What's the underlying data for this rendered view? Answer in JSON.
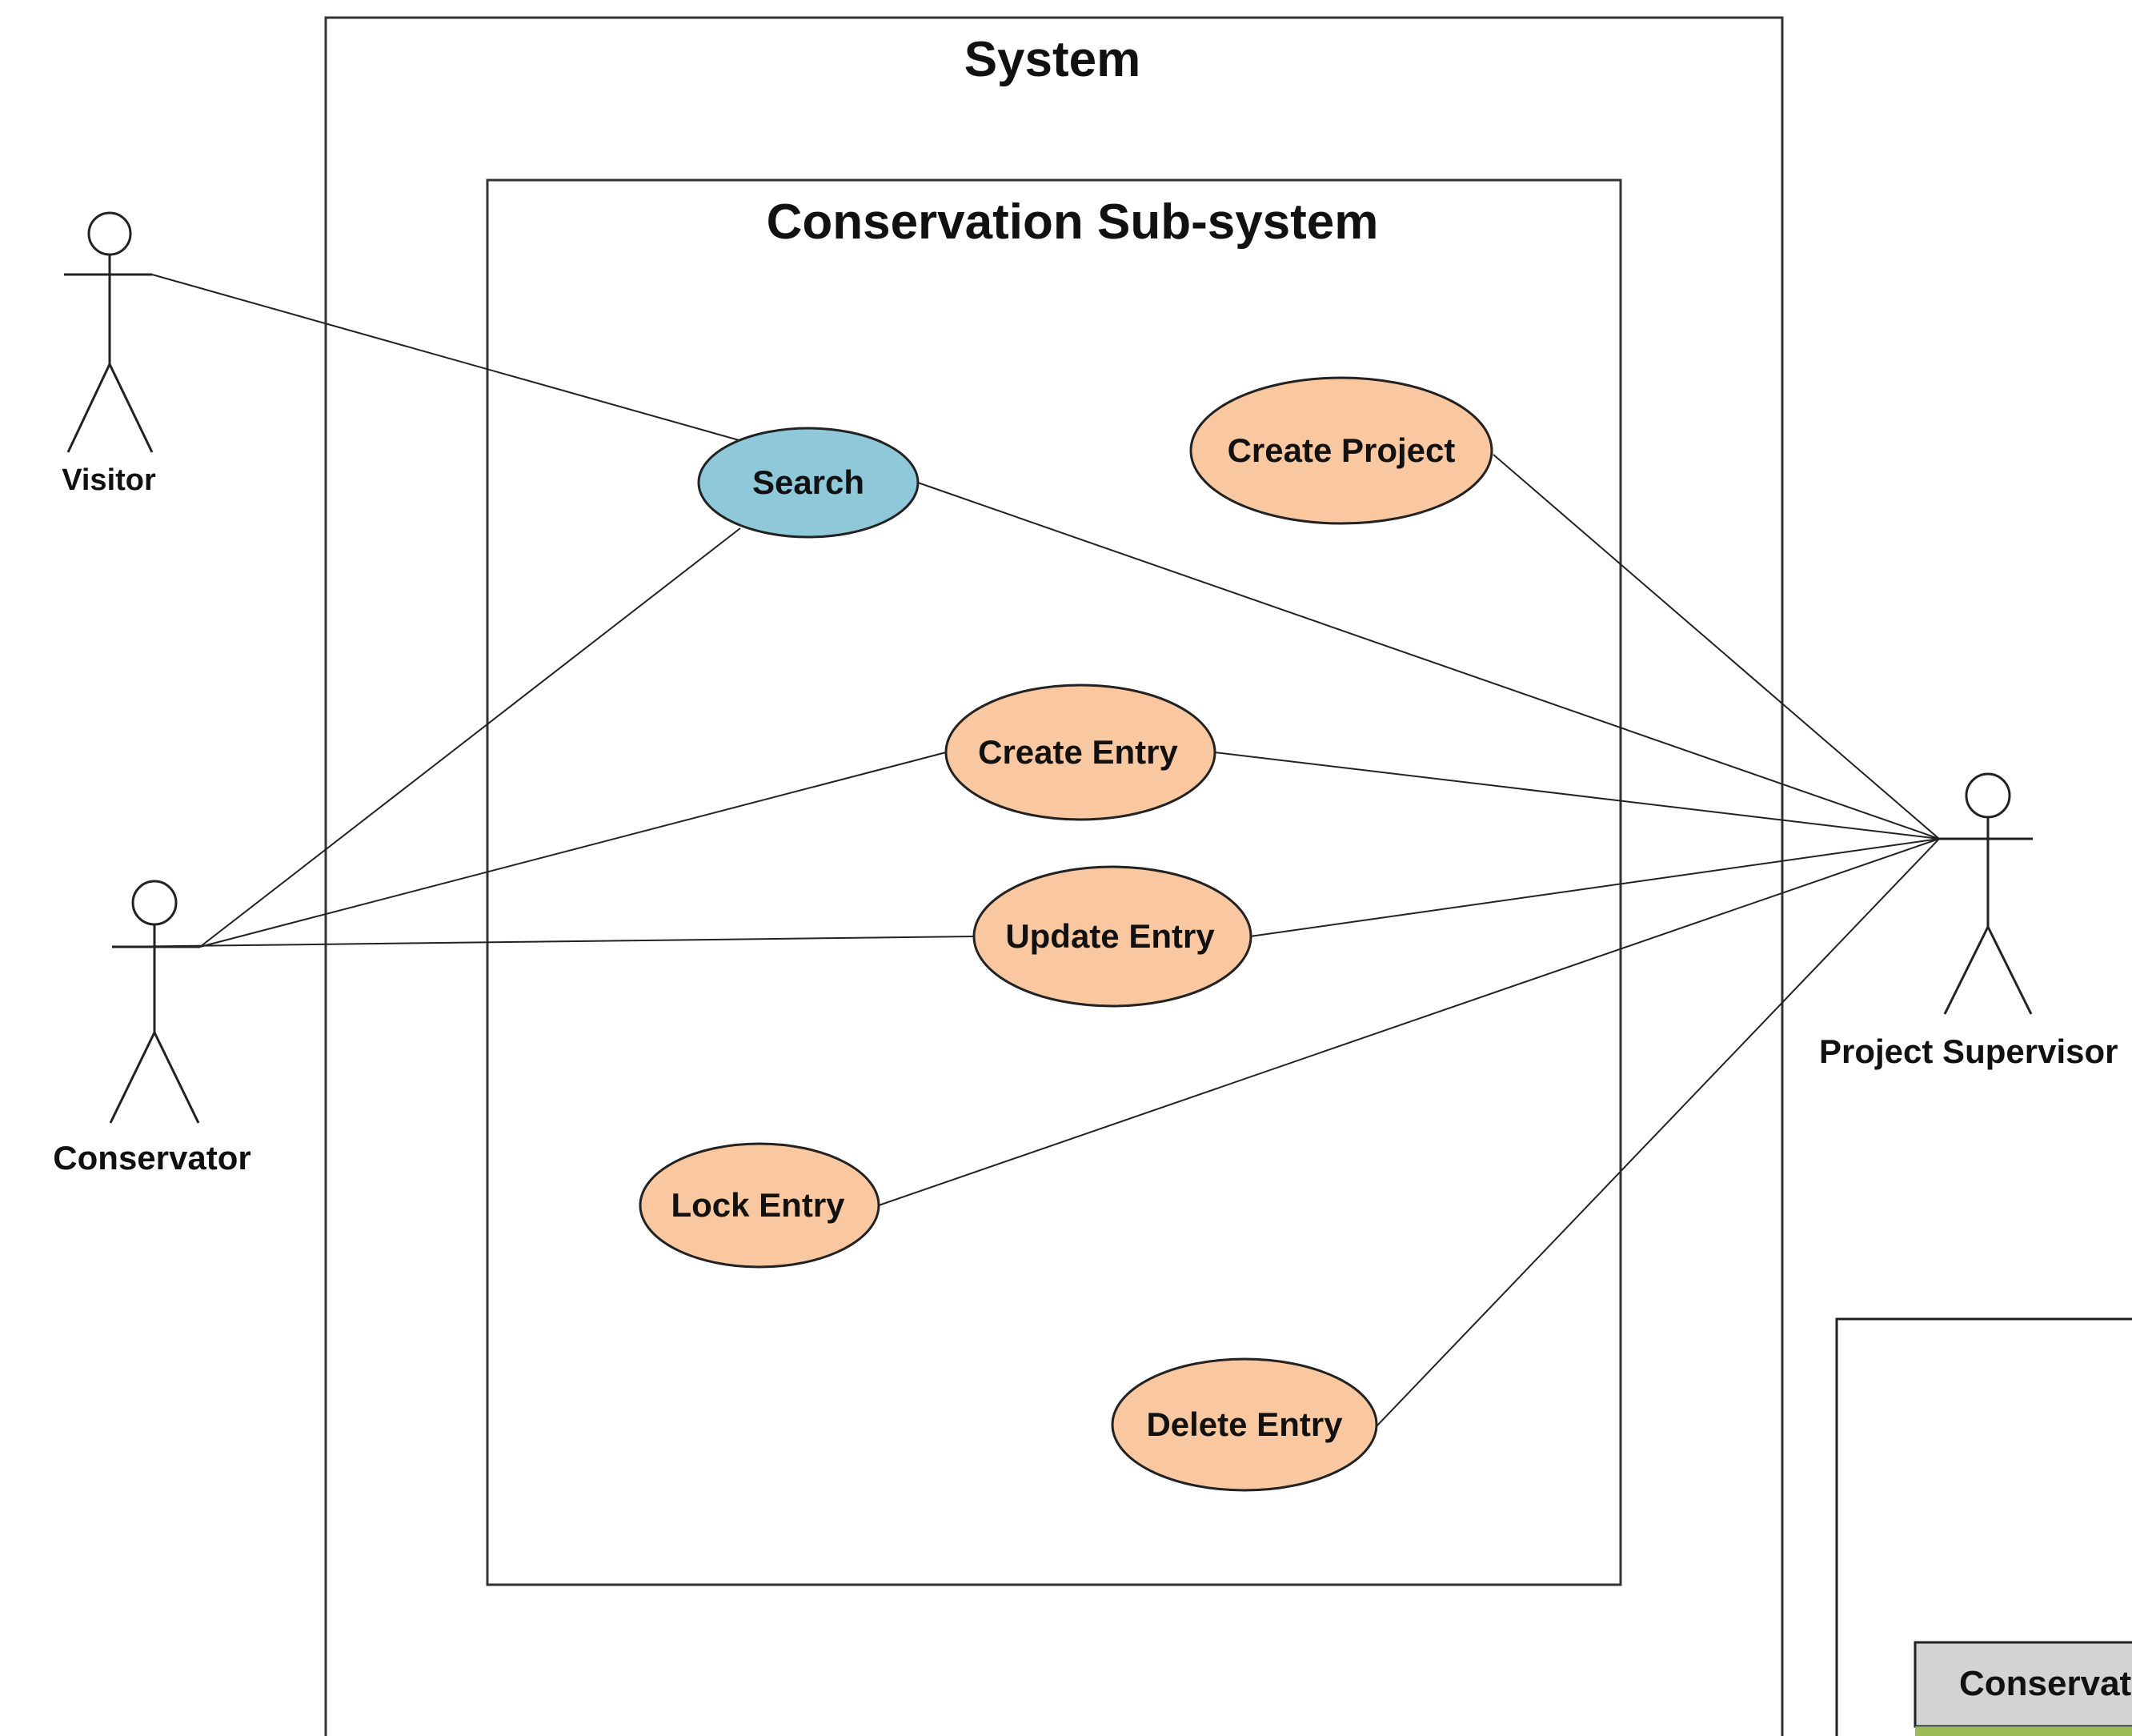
{
  "colors": {
    "usecase_fill": "#F9C8A0",
    "search_fill": "#8FC9D9",
    "stroke": "#222222",
    "background": "#ffffff",
    "table_header": "#D3D3D3",
    "table_accent": "#9BBB59"
  },
  "system_title": "System",
  "subsystem_title": "Conservation Sub-system",
  "actors": {
    "visitor": "Visitor",
    "conservator": "Conservator",
    "supervisor": "Project Supervisor"
  },
  "usecases": {
    "search": "Search",
    "create_project": "Create Project",
    "create_entry": "Create Entry",
    "update_entry": "Update Entry",
    "lock_entry": "Lock Entry",
    "delete_entry": "Delete Entry"
  },
  "partial_table_header": "Conservation"
}
